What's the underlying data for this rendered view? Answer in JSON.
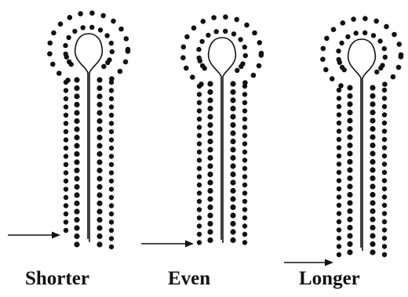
{
  "panels": [
    {
      "id": "shorter",
      "label": "Shorter",
      "variant": "shorter"
    },
    {
      "id": "even",
      "label": "Even",
      "variant": "even"
    },
    {
      "id": "longer",
      "label": "Longer",
      "variant": "longer"
    }
  ],
  "colors": {
    "ink": "#111111",
    "background": "#ffffff"
  }
}
